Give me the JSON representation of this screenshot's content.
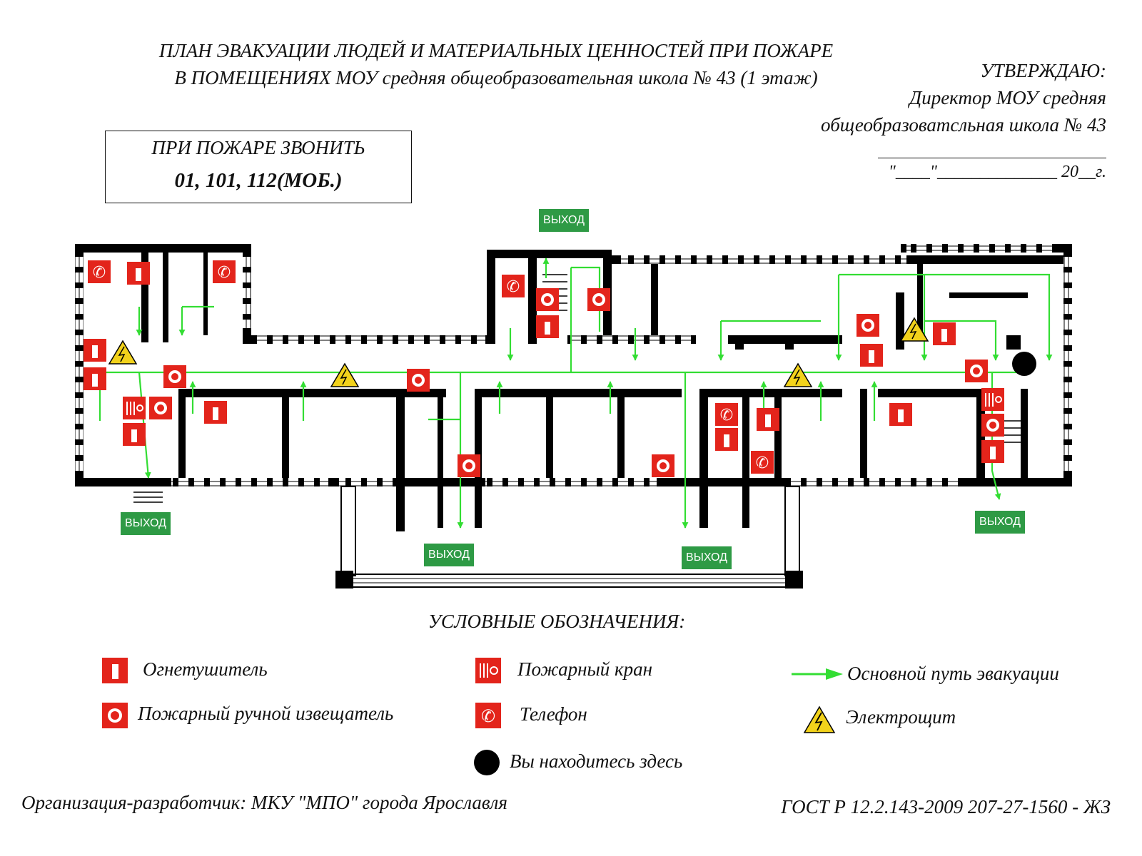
{
  "header": {
    "title_line1": "ПЛАН ЭВАКУАЦИИ ЛЮДЕЙ И МАТЕРИАЛЬНЫХ ЦЕННОСТЕЙ ПРИ ПОЖАРЕ",
    "title_line2": "В ПОМЕЩЕНИЯХ МОУ средняя общеобразовательная школа № 43 (1 этаж)"
  },
  "approval": {
    "label": "УТВЕРЖДАЮ:",
    "line1": "Директор  МОУ средняя",
    "line2": "общеобразоватсльная школа № 43",
    "date_line": "\"____\"______________ 20__г."
  },
  "emergency_call": {
    "label": "ПРИ ПОЖАРЕ  ЗВОНИТЬ",
    "numbers": "01, 101, 112(МОБ.)"
  },
  "exits": {
    "label": "ВЫХОД"
  },
  "legend": {
    "title": "УСЛОВНЫЕ ОБОЗНАЧЕНИЯ:",
    "extinguisher": "Огнетушитель",
    "manual_call_point": "Пожарный ручной извещатель",
    "fire_hydrant": "Пожарный кран",
    "phone": "Телефон",
    "you_are_here": "Вы находитесь здесь",
    "evacuation_route": "Основной путь эвакуации",
    "electrical_panel": "Электрощит"
  },
  "footer": {
    "developer": "Организация-разработчик: МКУ \"МПО\" города Ярославля",
    "standard": "ГОСТ Р 12.2.143-2009 207-27-1560 - ЖЗ"
  },
  "colors": {
    "route": "#33dd33",
    "exit_sign": "#2e9a45",
    "safety_red": "#e3241b",
    "panel_yellow": "#f2d21b",
    "wall": "#000000"
  },
  "icons": [
    "extinguisher-icon",
    "call-point-icon",
    "hydrant-icon",
    "phone-icon",
    "panel-icon",
    "you-are-here-icon",
    "route-arrow-icon"
  ]
}
